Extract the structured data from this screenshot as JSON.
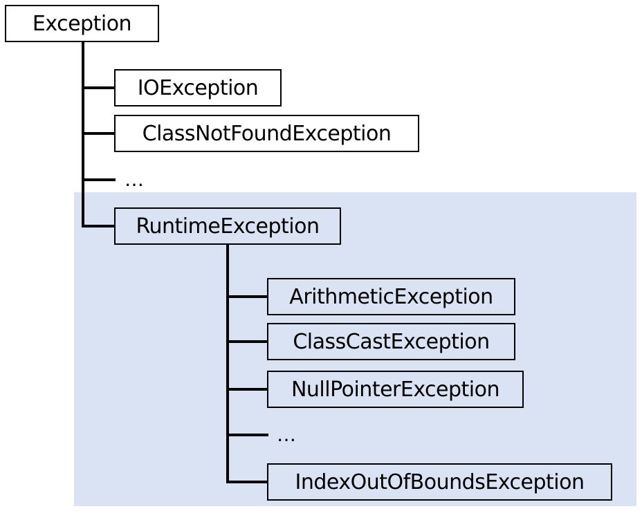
{
  "diagram": {
    "root": "Exception",
    "children": [
      "IOException",
      "ClassNotFoundException",
      "…",
      "RuntimeException"
    ],
    "runtime_children": [
      "ArithmeticException",
      "ClassCastException",
      "NullPointerException",
      "…",
      "IndexOutOfBoundsException"
    ],
    "highlight_color": "#dae3f3"
  }
}
